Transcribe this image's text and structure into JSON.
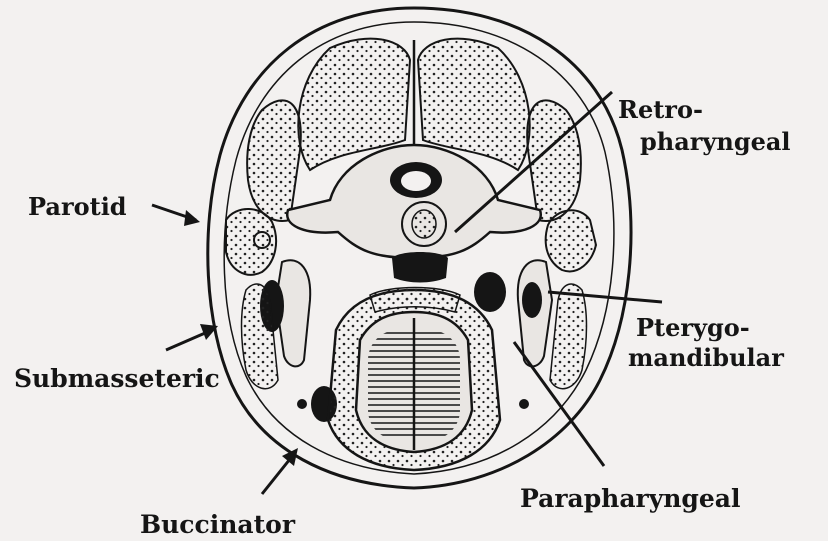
{
  "labels": {
    "parotid": "Parotid",
    "retro_line1": "Retro-",
    "retro_line2": "pharyngeal",
    "pterygo_line1": "Pterygo-",
    "pterygo_line2": "mandibular",
    "submasseteric": "Submasseteric",
    "parapharyngeal": "Parapharyngeal",
    "buccinator": "Buccinator"
  },
  "colors": {
    "ink": "#151515",
    "paper": "#f3f1f0"
  }
}
